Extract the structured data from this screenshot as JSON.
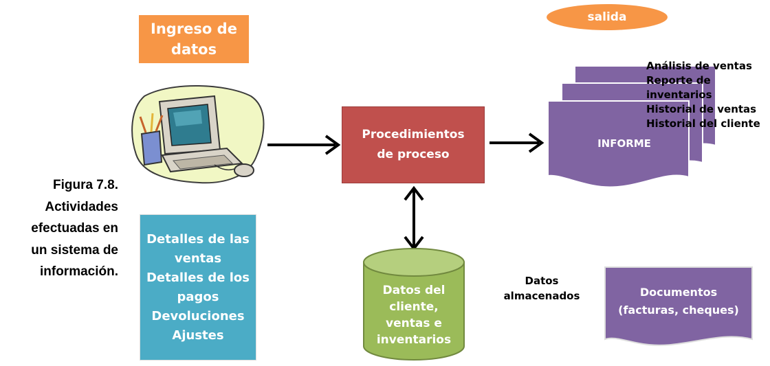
{
  "input_box": {
    "lines": [
      "Ingreso de",
      "datos"
    ]
  },
  "output_oval": {
    "label": "salida"
  },
  "output_list": [
    "Análisis de ventas",
    "Reporte de",
    "inventarios",
    "Historial de ventas",
    "Historial del cliente"
  ],
  "process_box": {
    "lines": [
      "Procedimientos",
      "de proceso"
    ]
  },
  "report_doc": {
    "label": "INFORME"
  },
  "details_box": {
    "lines": [
      "Detalles de las",
      "ventas",
      "Detalles de los",
      "pagos",
      "Devoluciones",
      "Ajustes"
    ]
  },
  "database": {
    "lines": [
      "Datos del",
      "cliente,",
      "ventas e",
      "inventarios"
    ]
  },
  "stored_label": {
    "lines": [
      "Datos",
      "almacenados"
    ]
  },
  "documents_doc": {
    "lines": [
      "Documentos",
      "(facturas, cheques)"
    ]
  },
  "caption": {
    "lines": [
      "Figura 7.8.",
      "Actividades",
      "efectuadas en",
      "un sistema de",
      "información."
    ]
  },
  "colors": {
    "orange": "#f79646",
    "red": "#c0504d",
    "purple": "#8064a2",
    "teal": "#4bacc6",
    "green": "#9bbb59"
  },
  "icons": {
    "computer": "computer-clipart-icon"
  }
}
